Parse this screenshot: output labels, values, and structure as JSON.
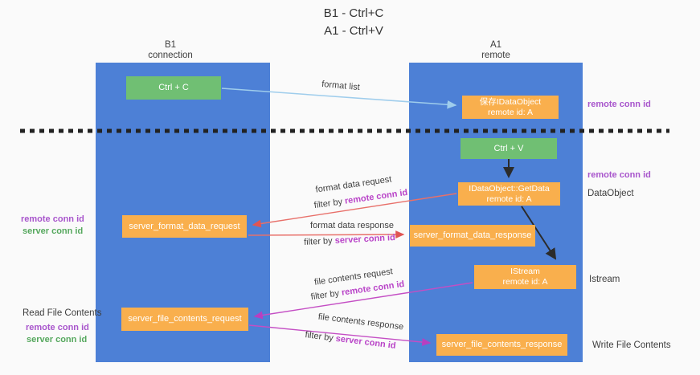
{
  "title": {
    "line1": "B1 - Ctrl+C",
    "line2": "A1 - Ctrl+V"
  },
  "lanes": {
    "left": {
      "name": "B1",
      "role": "connection"
    },
    "right": {
      "name": "A1",
      "role": "remote"
    }
  },
  "nodes": {
    "ctrl_c": {
      "label": "Ctrl + C"
    },
    "save_idataobject": {
      "line1": "保存IDataObject",
      "line2": "remote id: A"
    },
    "ctrl_v": {
      "label": "Ctrl + V"
    },
    "getdata": {
      "line1": "IDataObject::GetData",
      "line2": "remote id: A"
    },
    "format_request": {
      "label": "server_format_data_request"
    },
    "format_response": {
      "label": "server_format_data_response"
    },
    "istream": {
      "line1": "IStream",
      "line2": "remote id: A"
    },
    "file_request": {
      "label": "server_file_contents_request"
    },
    "file_response": {
      "label": "server_file_contents_response"
    }
  },
  "flows": {
    "format_list": {
      "label": "format list"
    },
    "format_data_request": {
      "label": "format data request",
      "filter_prefix": "filter by ",
      "filter_key": "remote conn id"
    },
    "format_data_response": {
      "label": "format data response",
      "filter_prefix": "filter by ",
      "filter_key": "server conn id"
    },
    "file_contents_request": {
      "label": "file contents request",
      "filter_prefix": "filter by ",
      "filter_key": "remote conn id"
    },
    "file_contents_response": {
      "label": "file contents response",
      "filter_prefix": "filter by ",
      "filter_key": "server conn id"
    }
  },
  "annotations": {
    "right_remote_conn_top": "remote conn id",
    "right_remote_conn_mid": "remote conn id",
    "right_dataobject": "DataObject",
    "right_istream": "Istream",
    "right_write_file": "Write File Contents",
    "left_remote_conn_1": "remote conn id",
    "left_server_conn_1": "server conn id",
    "left_read_file": "Read File Contents",
    "left_remote_conn_2": "remote conn id",
    "left_server_conn_2": "server conn id"
  },
  "colors": {
    "lane_blue": "#4d80d6",
    "box_orange": "#f9af4d",
    "box_green": "#70bf73",
    "arrow_lightblue": "#9fcdec",
    "arrow_red": "#e8706a",
    "arrow_magenta": "#c44ec4",
    "arrow_black": "#2b2b2b",
    "label_purple": "#a855cc",
    "label_green": "#56a85e"
  }
}
